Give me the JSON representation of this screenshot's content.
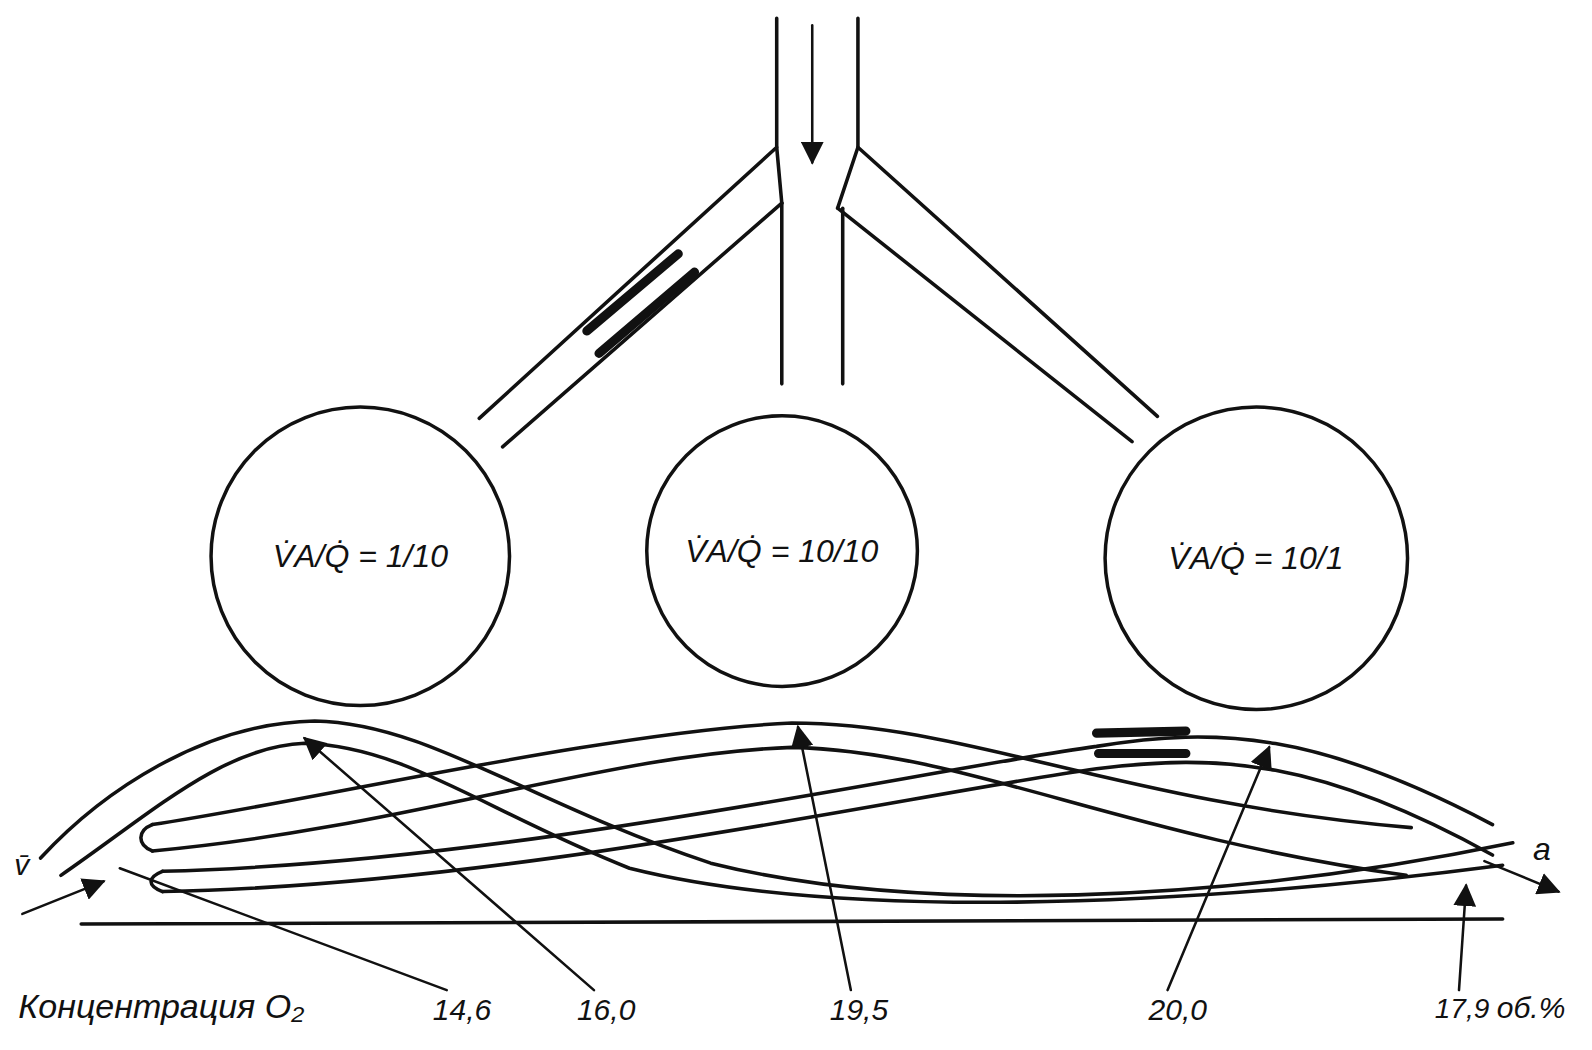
{
  "diagram": {
    "nodes": [
      {
        "text": [
          "V̇A/Q̇ = 1/10"
        ]
      },
      {
        "text": [
          "V̇A/Q̇ = 10/10"
        ]
      },
      {
        "text": [
          "V̇A/Q̇ = 10/1"
        ]
      }
    ],
    "labels": [
      "Концентрация O₂",
      "14,6",
      "16,0",
      "19,5",
      "20,0",
      "17,9",
      "об.%",
      "v̄",
      "a"
    ]
  }
}
